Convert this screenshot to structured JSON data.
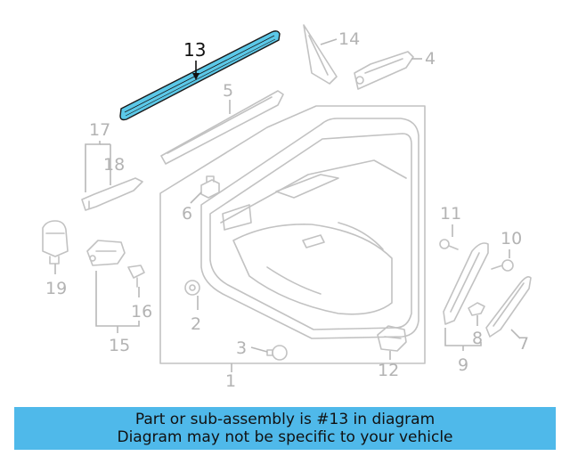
{
  "diagram": {
    "highlight_color": "#5bc8e8",
    "part_color": "#c2c2c2",
    "labels": {
      "l1": "1",
      "l2": "2",
      "l3": "3",
      "l4": "4",
      "l5": "5",
      "l6": "6",
      "l7": "7",
      "l8": "8",
      "l9": "9",
      "l10": "10",
      "l11": "11",
      "l12": "12",
      "l13": "13",
      "l14": "14",
      "l15": "15",
      "l16": "16",
      "l17": "17",
      "l18": "18",
      "l19": "19"
    }
  },
  "caption": {
    "background": "#4fb9ea",
    "line1": "Part or sub-assembly is #13 in diagram",
    "line2": "Diagram may not be specific to your vehicle"
  }
}
